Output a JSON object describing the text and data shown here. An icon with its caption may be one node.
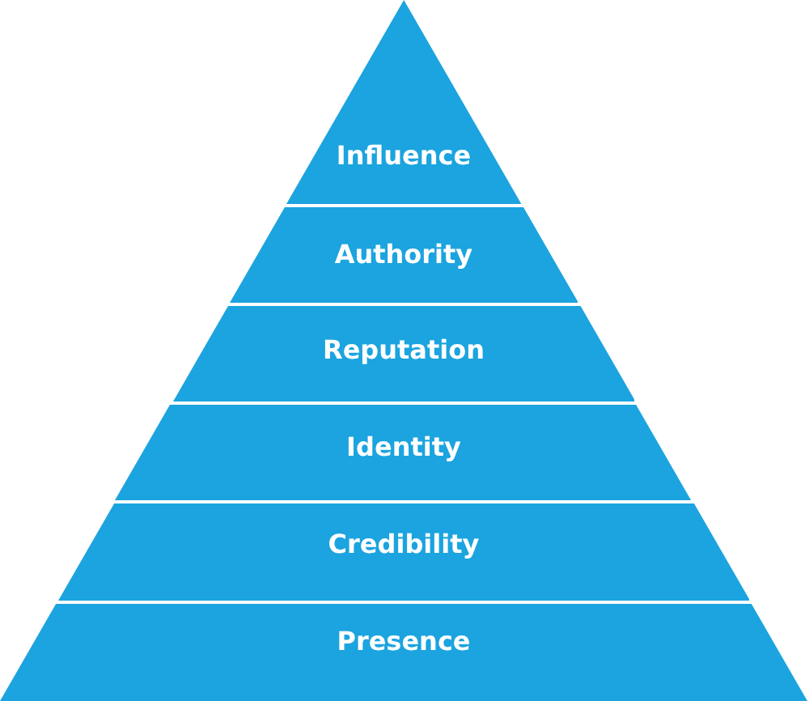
{
  "diagram": {
    "nodes": [
      {
        "text": [
          "Influence"
        ]
      },
      {
        "text": [
          "Authority"
        ]
      },
      {
        "text": [
          "Reputation"
        ]
      },
      {
        "text": [
          "Identity"
        ]
      },
      {
        "text": [
          "Credibility"
        ]
      },
      {
        "text": [
          "Presence"
        ]
      }
    ]
  }
}
